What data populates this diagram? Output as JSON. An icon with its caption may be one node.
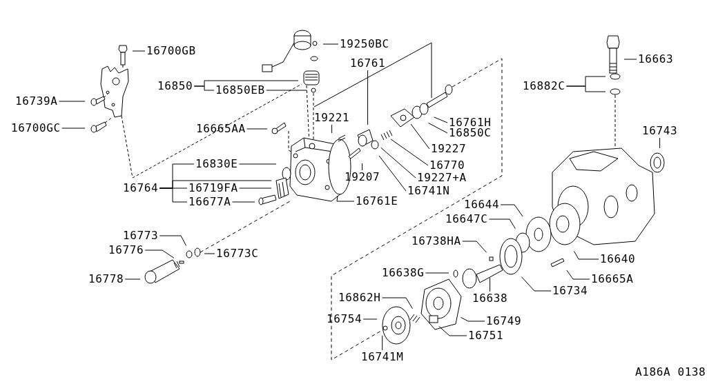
{
  "diagram": {
    "nodes": [
      {
        "text": [
          "19250BC"
        ]
      },
      {
        "text": [
          "16700GB"
        ]
      },
      {
        "text": [
          "16663"
        ]
      },
      {
        "text": [
          "16761"
        ]
      },
      {
        "text": [
          "16850"
        ]
      },
      {
        "text": [
          "16882C"
        ]
      },
      {
        "text": [
          "16850EB"
        ]
      },
      {
        "text": [
          "16739A"
        ]
      },
      {
        "text": [
          "19221"
        ]
      },
      {
        "text": [
          "16761H"
        ]
      },
      {
        "text": [
          "16700GC"
        ]
      },
      {
        "text": [
          "16665AA"
        ]
      },
      {
        "text": [
          "16743"
        ]
      },
      {
        "text": [
          "16850C"
        ]
      },
      {
        "text": [
          "19227"
        ]
      },
      {
        "text": [
          "16830E"
        ]
      },
      {
        "text": [
          "16770"
        ]
      },
      {
        "text": [
          "19207"
        ]
      },
      {
        "text": [
          "19227+A"
        ]
      },
      {
        "text": [
          "16764"
        ]
      },
      {
        "text": [
          "16719FA"
        ]
      },
      {
        "text": [
          "16741N"
        ]
      },
      {
        "text": [
          "16761E"
        ]
      },
      {
        "text": [
          "16677A"
        ]
      },
      {
        "text": [
          "16644"
        ]
      },
      {
        "text": [
          "16647C"
        ]
      },
      {
        "text": [
          "16773"
        ]
      },
      {
        "text": [
          "16738HA"
        ]
      },
      {
        "text": [
          "16776"
        ]
      },
      {
        "text": [
          "16773C"
        ]
      },
      {
        "text": [
          "16640"
        ]
      },
      {
        "text": [
          "16638G"
        ]
      },
      {
        "text": [
          "16778"
        ]
      },
      {
        "text": [
          "16665A"
        ]
      },
      {
        "text": [
          "16734"
        ]
      },
      {
        "text": [
          "16638"
        ]
      },
      {
        "text": [
          "16862H"
        ]
      },
      {
        "text": [
          "16754"
        ]
      },
      {
        "text": [
          "16749"
        ]
      },
      {
        "text": [
          "16751"
        ]
      },
      {
        "text": [
          "16741M"
        ]
      }
    ],
    "edges": [
      {
        "from": 0,
        "to": null,
        "arrow": "none"
      },
      {
        "from": 1,
        "to": null,
        "arrow": "none"
      },
      {
        "from": 2,
        "to": null,
        "arrow": "none"
      },
      {
        "from": 3,
        "to": null,
        "arrow": "none"
      },
      {
        "from": 4,
        "to": null,
        "arrow": "none"
      },
      {
        "from": 4,
        "to": 6,
        "arrow": "none"
      },
      {
        "from": 5,
        "to": null,
        "arrow": "none"
      },
      {
        "from": 5,
        "to": null,
        "arrow": "none"
      },
      {
        "from": 6,
        "to": null,
        "arrow": "none"
      },
      {
        "from": 7,
        "to": null,
        "arrow": "none"
      },
      {
        "from": 8,
        "to": null,
        "arrow": "none"
      },
      {
        "from": 9,
        "to": null,
        "arrow": "none"
      },
      {
        "from": 10,
        "to": null,
        "arrow": "none"
      },
      {
        "from": 11,
        "to": null,
        "arrow": "none"
      },
      {
        "from": 12,
        "to": null,
        "arrow": "none"
      },
      {
        "from": 13,
        "to": null,
        "arrow": "none"
      },
      {
        "from": 14,
        "to": null,
        "arrow": "none"
      },
      {
        "from": 15,
        "to": null,
        "arrow": "none"
      },
      {
        "from": 16,
        "to": null,
        "arrow": "none"
      },
      {
        "from": 17,
        "to": null,
        "arrow": "none"
      },
      {
        "from": 18,
        "to": null,
        "arrow": "none"
      },
      {
        "from": 19,
        "to": 15,
        "arrow": "none"
      },
      {
        "from": 19,
        "to": null,
        "arrow": "none"
      },
      {
        "from": 19,
        "to": 20,
        "arrow": "none"
      },
      {
        "from": 19,
        "to": 23,
        "arrow": "none"
      },
      {
        "from": 20,
        "to": null,
        "arrow": "none"
      },
      {
        "from": 21,
        "to": null,
        "arrow": "none"
      },
      {
        "from": 22,
        "to": null,
        "arrow": "none"
      },
      {
        "from": 23,
        "to": null,
        "arrow": "none"
      },
      {
        "from": 24,
        "to": null,
        "arrow": "none"
      },
      {
        "from": 25,
        "to": null,
        "arrow": "none"
      },
      {
        "from": 26,
        "to": null,
        "arrow": "none"
      },
      {
        "from": 27,
        "to": null,
        "arrow": "none"
      },
      {
        "from": 28,
        "to": null,
        "arrow": "none"
      },
      {
        "from": 29,
        "to": null,
        "arrow": "none"
      },
      {
        "from": 30,
        "to": null,
        "arrow": "none"
      },
      {
        "from": 31,
        "to": null,
        "arrow": "none"
      },
      {
        "from": 32,
        "to": null,
        "arrow": "none"
      },
      {
        "from": 33,
        "to": null,
        "arrow": "none"
      },
      {
        "from": 34,
        "to": null,
        "arrow": "none"
      },
      {
        "from": 35,
        "to": null,
        "arrow": "none"
      },
      {
        "from": 36,
        "to": null,
        "arrow": "none"
      },
      {
        "from": 37,
        "to": null,
        "arrow": "none"
      },
      {
        "from": 38,
        "to": null,
        "arrow": "none"
      },
      {
        "from": 39,
        "to": null,
        "arrow": "none"
      },
      {
        "from": 40,
        "to": null,
        "arrow": "none"
      }
    ],
    "labels": [
      "A186A 0138"
    ]
  }
}
